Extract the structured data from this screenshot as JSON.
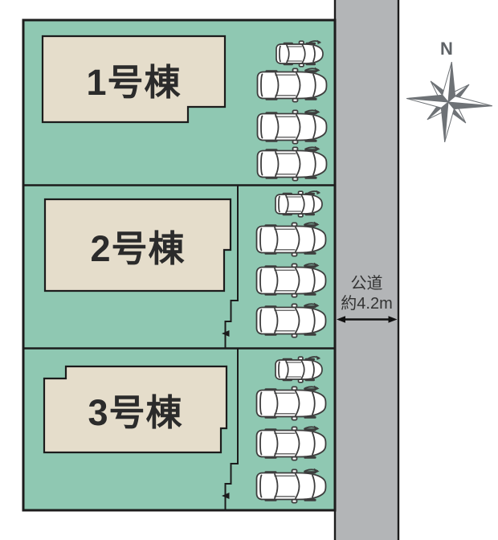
{
  "diagram_title": "site-layout-plan",
  "plots": [
    {
      "building_label": "1号棟",
      "parking_cars": 4
    },
    {
      "building_label": "2号棟",
      "parking_cars": 4
    },
    {
      "building_label": "3号棟",
      "parking_cars": 4
    }
  ],
  "road": {
    "label_line1": "公道",
    "label_line2": "約4.2m"
  },
  "compass": {
    "label": "N"
  },
  "colors": {
    "plot-green": "#8fc8b2",
    "building-beige": "#e5ddcb",
    "road-gray": "#b3b5b7",
    "line-black": "#1c1c1c",
    "compass-gray": "#6e7276",
    "car-outline": "#3d3d3d",
    "text-dark": "#2b2b2b"
  }
}
